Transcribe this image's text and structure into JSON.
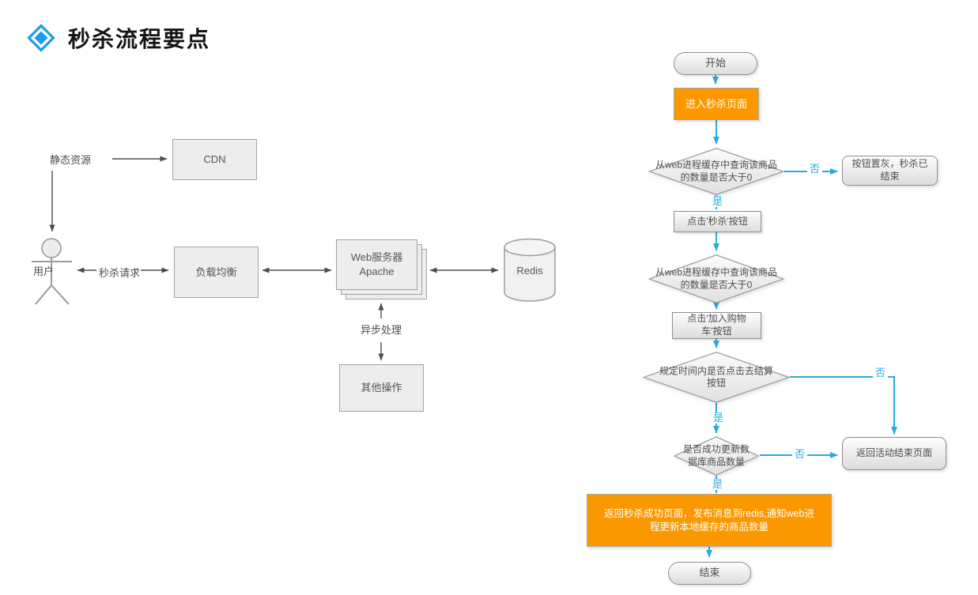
{
  "title": {
    "text": "秒杀流程要点"
  },
  "colors": {
    "accent": "#29abe2",
    "orange": "#fb9800",
    "icon_blue": "#1b9be9"
  },
  "architecture": {
    "labels": {
      "static_resource": "静态资源",
      "user": "用户",
      "seckill_request": "秒杀请求",
      "async_processing": "异步处理"
    },
    "nodes": {
      "cdn": "CDN",
      "load_balancer": "负载均衡",
      "web_server": "Web服务器\nApache",
      "redis": "Redis",
      "other_ops": "其他操作"
    }
  },
  "flowchart": {
    "labels": {
      "yes": "是",
      "no": "否"
    },
    "nodes": {
      "start": "开始",
      "enter_page": "进入秒杀页面",
      "check_cache_1": "从web进程缓存中查询该商品\n的数量是否大于0",
      "button_gray": "按钮置灰，秒杀已\n结束",
      "click_seckill": "点击'秒杀'按钮",
      "check_cache_2": "从web进程缓存中查询该商品\n的数量是否大于0",
      "click_add_cart": "点击'加入购物\n车'按钮",
      "check_checkout": "规定时间内是否点击去结算\n按钮",
      "check_update_db": "是否成功更新数\n据库商品数量",
      "return_end_page": "返回活动结束页面",
      "success": "返回秒杀成功页面，发布消息到redis,通知web进\n程更新本地缓存的商品数量",
      "end": "结束"
    }
  }
}
